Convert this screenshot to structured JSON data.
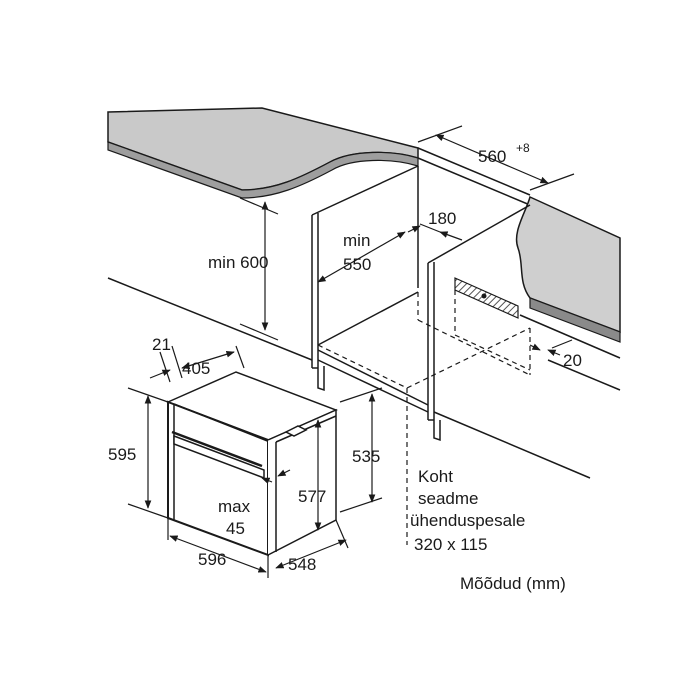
{
  "colors": {
    "countertop": "#c9c9c9",
    "line": "#1a1a1a",
    "background": "#ffffff",
    "hatch": "#6a6a6a"
  },
  "labels": {
    "niche_width": "560",
    "niche_width_tolerance": "+8",
    "rear_gap": "180",
    "cabinet_height": "min 600",
    "niche_height_line1": "min",
    "niche_height_line2": "550",
    "side_offset": "20",
    "front_lip": "21",
    "handle_depth": "405",
    "oven_height": "595",
    "body_height": "577",
    "body_depth_height": "535",
    "door_gap_line1": "max",
    "door_gap_line2": "45",
    "oven_width": "596",
    "oven_depth": "548",
    "socket_line1": "Koht",
    "socket_line2": "seadme",
    "socket_line3": "ühenduspesale",
    "socket_line4": "320 x 115",
    "units_caption": "Mõõdud (mm)"
  }
}
